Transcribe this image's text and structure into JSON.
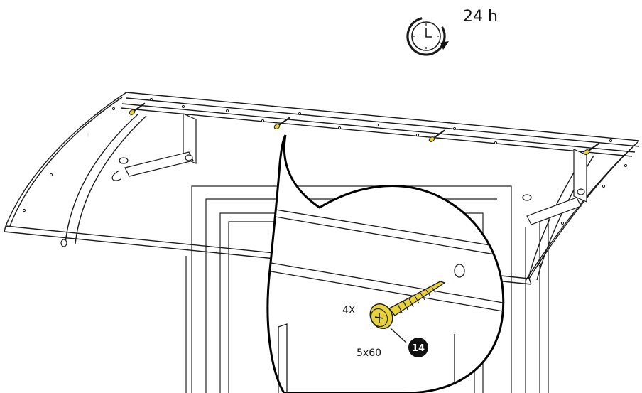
{
  "instruction": {
    "duration": "24 h",
    "quantity": "4X",
    "screw_size": "5x60",
    "part_number": "14",
    "icon": "clock-rotate-icon"
  },
  "colors": {
    "line": "#1a1a1a",
    "screw": "#e8d23a",
    "screw_shadow": "#b59a12",
    "badge": "#111111",
    "badge_text": "#ffffff"
  }
}
